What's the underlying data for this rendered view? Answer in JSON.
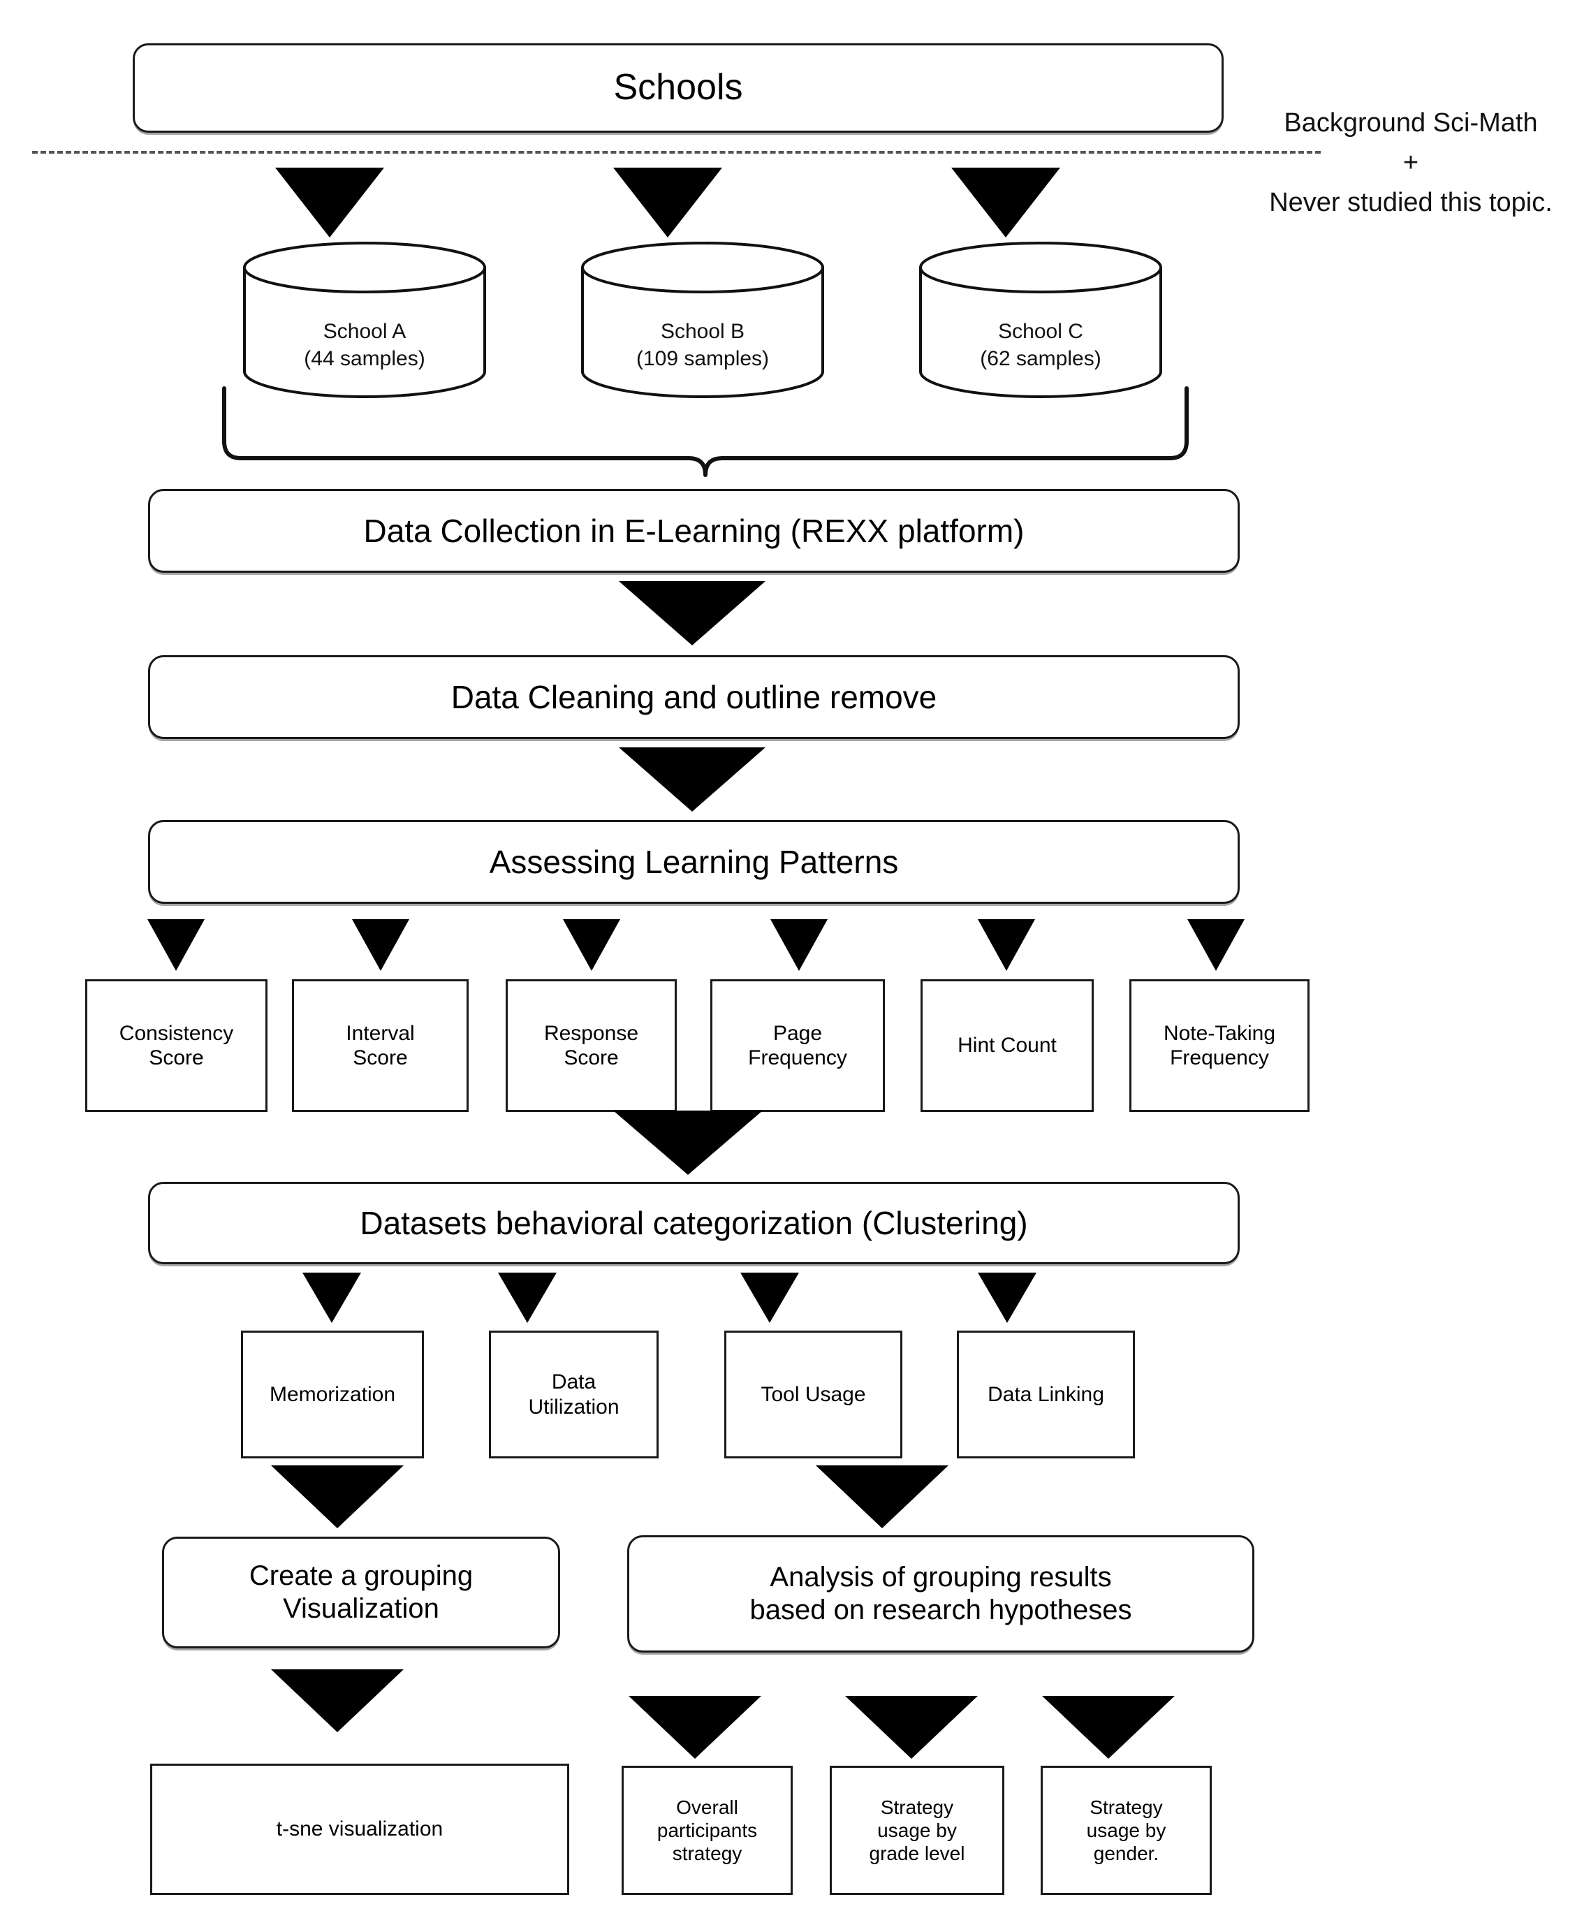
{
  "diagram": {
    "title": "Research methodology flowchart",
    "colors": {
      "stroke": "#1a1a1a",
      "arrow_fill": "#000000",
      "dotted_line": "#555555",
      "background": "#ffffff"
    }
  },
  "top": {
    "schools_box": "Schools",
    "annotation": "Background Sci-Math\n+\nNever studied this topic."
  },
  "sources": [
    {
      "name": "School A",
      "samples": "(44 samples)",
      "label": "School A\n(44 samples)"
    },
    {
      "name": "School B",
      "samples": "(109 samples)",
      "label": "School B\n(109 samples)"
    },
    {
      "name": "School C",
      "samples": "(62 samples)",
      "label": "School C\n(62 samples)"
    }
  ],
  "pipeline": [
    {
      "id": "data-collection",
      "label": "Data Collection in E-Learning (REXX platform)"
    },
    {
      "id": "data-cleaning",
      "label": "Data Cleaning and outline remove"
    },
    {
      "id": "assessing-learning-patterns",
      "label": "Assessing Learning Patterns"
    },
    {
      "id": "clustering",
      "label": "Datasets behavioral categorization (Clustering)"
    }
  ],
  "metrics": [
    {
      "id": "consistency-score",
      "label": "Consistency\nScore"
    },
    {
      "id": "interval-score",
      "label": "Interval\nScore"
    },
    {
      "id": "response-score",
      "label": "Response\nScore"
    },
    {
      "id": "page-frequency",
      "label": "Page\nFrequency"
    },
    {
      "id": "hint-count",
      "label": "Hint Count"
    },
    {
      "id": "note-taking-frequency",
      "label": "Note-Taking\nFrequency"
    }
  ],
  "clusters": [
    {
      "id": "memorization",
      "label": "Memorization"
    },
    {
      "id": "data-utilization",
      "label": "Data\nUtilization"
    },
    {
      "id": "tool-usage",
      "label": "Tool Usage"
    },
    {
      "id": "data-linking",
      "label": "Data Linking"
    }
  ],
  "outputs": [
    {
      "id": "create-grouping-visualization",
      "label": "Create a grouping\nVisualization"
    },
    {
      "id": "analysis-of-grouping-results",
      "label": "Analysis of grouping results\nbased on research hypotheses"
    }
  ],
  "results": [
    {
      "id": "tsne-visualization",
      "label": "t-sne  visualization"
    },
    {
      "id": "overall-participants-strategy",
      "label": "Overall\nparticipants\nstrategy"
    },
    {
      "id": "strategy-usage-by-grade-level",
      "label": "Strategy\nusage by\ngrade level"
    },
    {
      "id": "strategy-usage-by-gender",
      "label": "Strategy\nusage by\ngender."
    }
  ]
}
